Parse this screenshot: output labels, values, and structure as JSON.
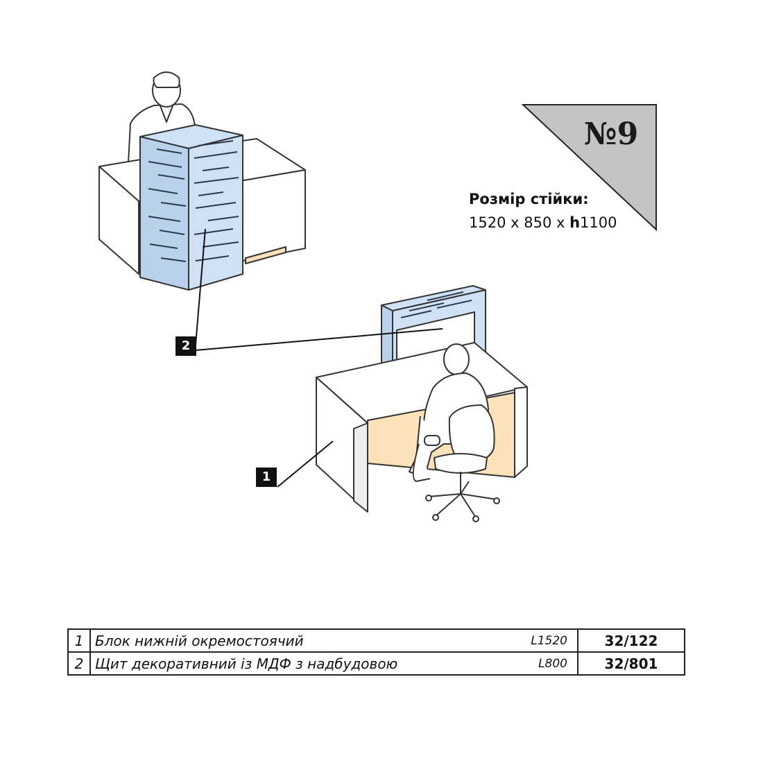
{
  "corner_badge": {
    "text": "№9",
    "fill": "#c4c4c4"
  },
  "size_info": {
    "label": "Розмір стійки:",
    "value_prefix": "1520 x 850 x ",
    "value_h": "h",
    "value_height": "1100"
  },
  "callouts": [
    {
      "label": "1"
    },
    {
      "label": "2"
    }
  ],
  "parts_table": {
    "rows": [
      {
        "num": "1",
        "name": "Блок нижній окремостоячий",
        "length": "L1520",
        "code": "32/122"
      },
      {
        "num": "2",
        "name": "Щит декоративний із МДФ з надбудовою",
        "length": "L800",
        "code": "32/801"
      }
    ]
  },
  "colors": {
    "panel_blue": "#cfe2f5",
    "panel_stroke": "#2a3a4a",
    "inner_beige": "#fde1b8",
    "line": "#333333"
  }
}
